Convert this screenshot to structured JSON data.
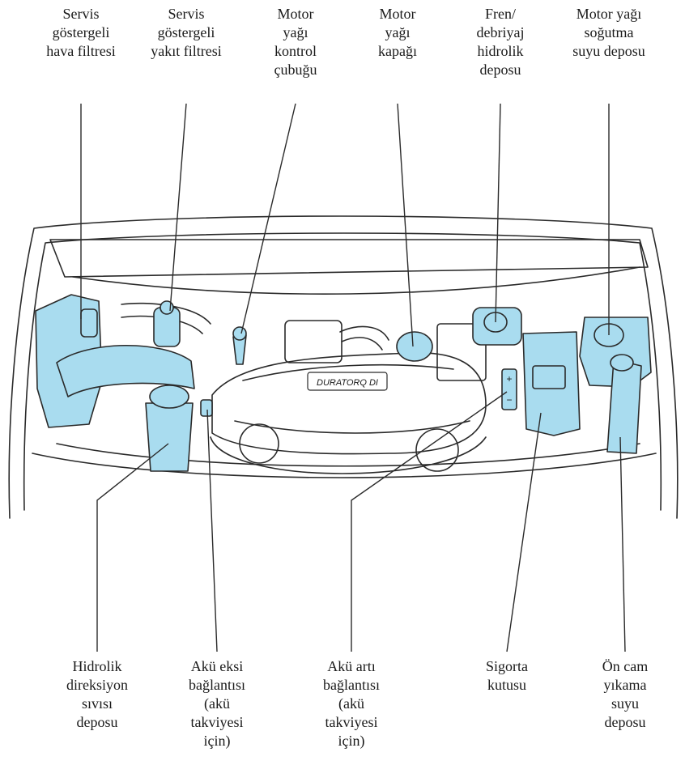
{
  "colors": {
    "highlight": "#a9dcef",
    "line": "#2a2a2a"
  },
  "top_labels": [
    {
      "text": "Servis\ngöstergeli\nhava filtresi"
    },
    {
      "text": "Servis\ngöstergeli\nyakıt filtresi"
    },
    {
      "text": "Motor\nyağı\nkontrol\nçubuğu"
    },
    {
      "text": "Motor\nyağı\nkapağı"
    },
    {
      "text": "Fren/\ndebriyaj\nhidrolik\ndeposu"
    },
    {
      "text": "Motor yağı\nsoğutma\nsuyu deposu"
    }
  ],
  "bottom_labels": [
    {
      "text": "Hidrolik\ndireksiyon\nsıvısı\ndeposu"
    },
    {
      "text": "Akü eksi\nbağlantısı\n(akü\ntakviyesi\niçin)"
    },
    {
      "text": "Akü artı\nbağlantısı\n(akü\ntakviyesi\niçin)"
    },
    {
      "text": "Sigorta\nkutusu"
    },
    {
      "text": "Ön cam\nyıkama\nsuyu\ndeposu"
    }
  ],
  "engine": {
    "badge": "DURATORQ DI",
    "plus": "+",
    "minus": "−"
  }
}
